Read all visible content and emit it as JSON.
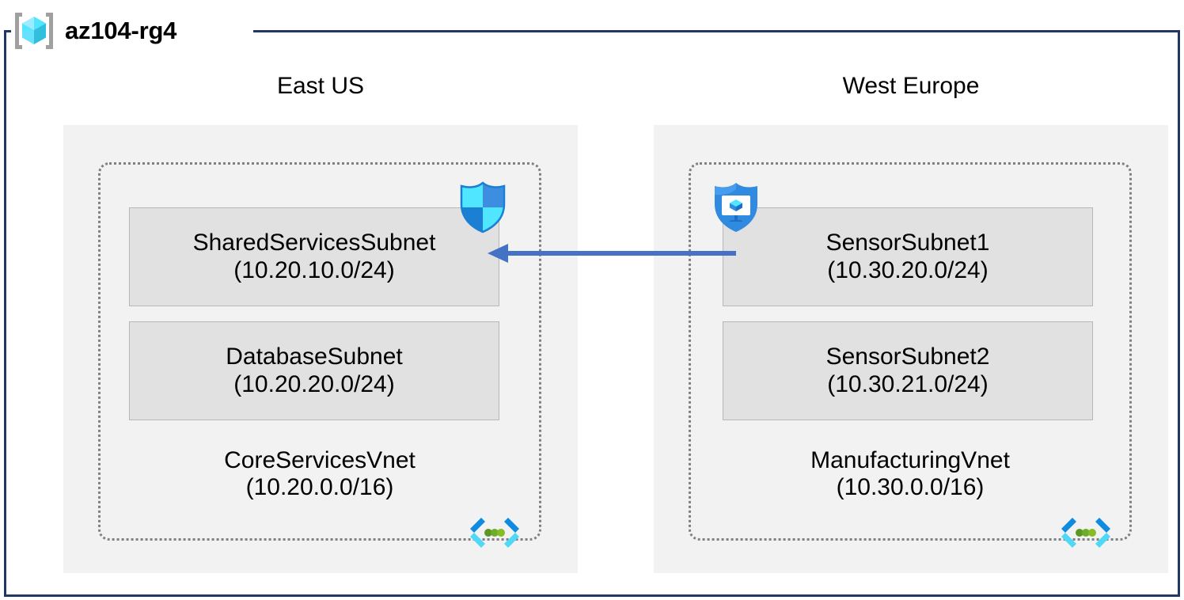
{
  "resource_group": {
    "name": "az104-rg4",
    "icon": "resource-group-cube-icon"
  },
  "regions": [
    {
      "label": "East US",
      "vnet": {
        "name": "CoreServicesVnet",
        "cidr": "(10.20.0.0/16)",
        "icon": "virtual-network-icon",
        "subnets": [
          {
            "name": "SharedServicesSubnet",
            "cidr": "(10.20.10.0/24)",
            "icon": "network-security-group-shield-icon"
          },
          {
            "name": "DatabaseSubnet",
            "cidr": "(10.20.20.0/24)",
            "icon": null
          }
        ]
      }
    },
    {
      "label": "West Europe",
      "vnet": {
        "name": "ManufacturingVnet",
        "cidr": "(10.30.0.0/16)",
        "icon": "virtual-network-icon",
        "subnets": [
          {
            "name": "SensorSubnet1",
            "cidr": "(10.30.20.0/24)",
            "icon": "bastion-protected-vm-shield-icon"
          },
          {
            "name": "SensorSubnet2",
            "cidr": "(10.30.21.0/24)",
            "icon": null
          }
        ]
      }
    }
  ],
  "connections": [
    {
      "name": "vnet-peering-arrow",
      "from": "SensorSubnet1",
      "to": "SharedServicesSubnet",
      "direction": "left",
      "color": "#4472c4"
    }
  ],
  "colors": {
    "frame_border": "#1f3864",
    "region_background": "#f2f2f2",
    "vnet_border": "#808080",
    "subnet_background": "#e1e1e1",
    "subnet_border": "#b7b7b7",
    "arrow": "#4472c4",
    "icon_blue": "#0078d4",
    "icon_cyan": "#50e6ff",
    "icon_green": "#5e9624",
    "icon_gray": "#a0a0a0",
    "text": "#000000"
  }
}
